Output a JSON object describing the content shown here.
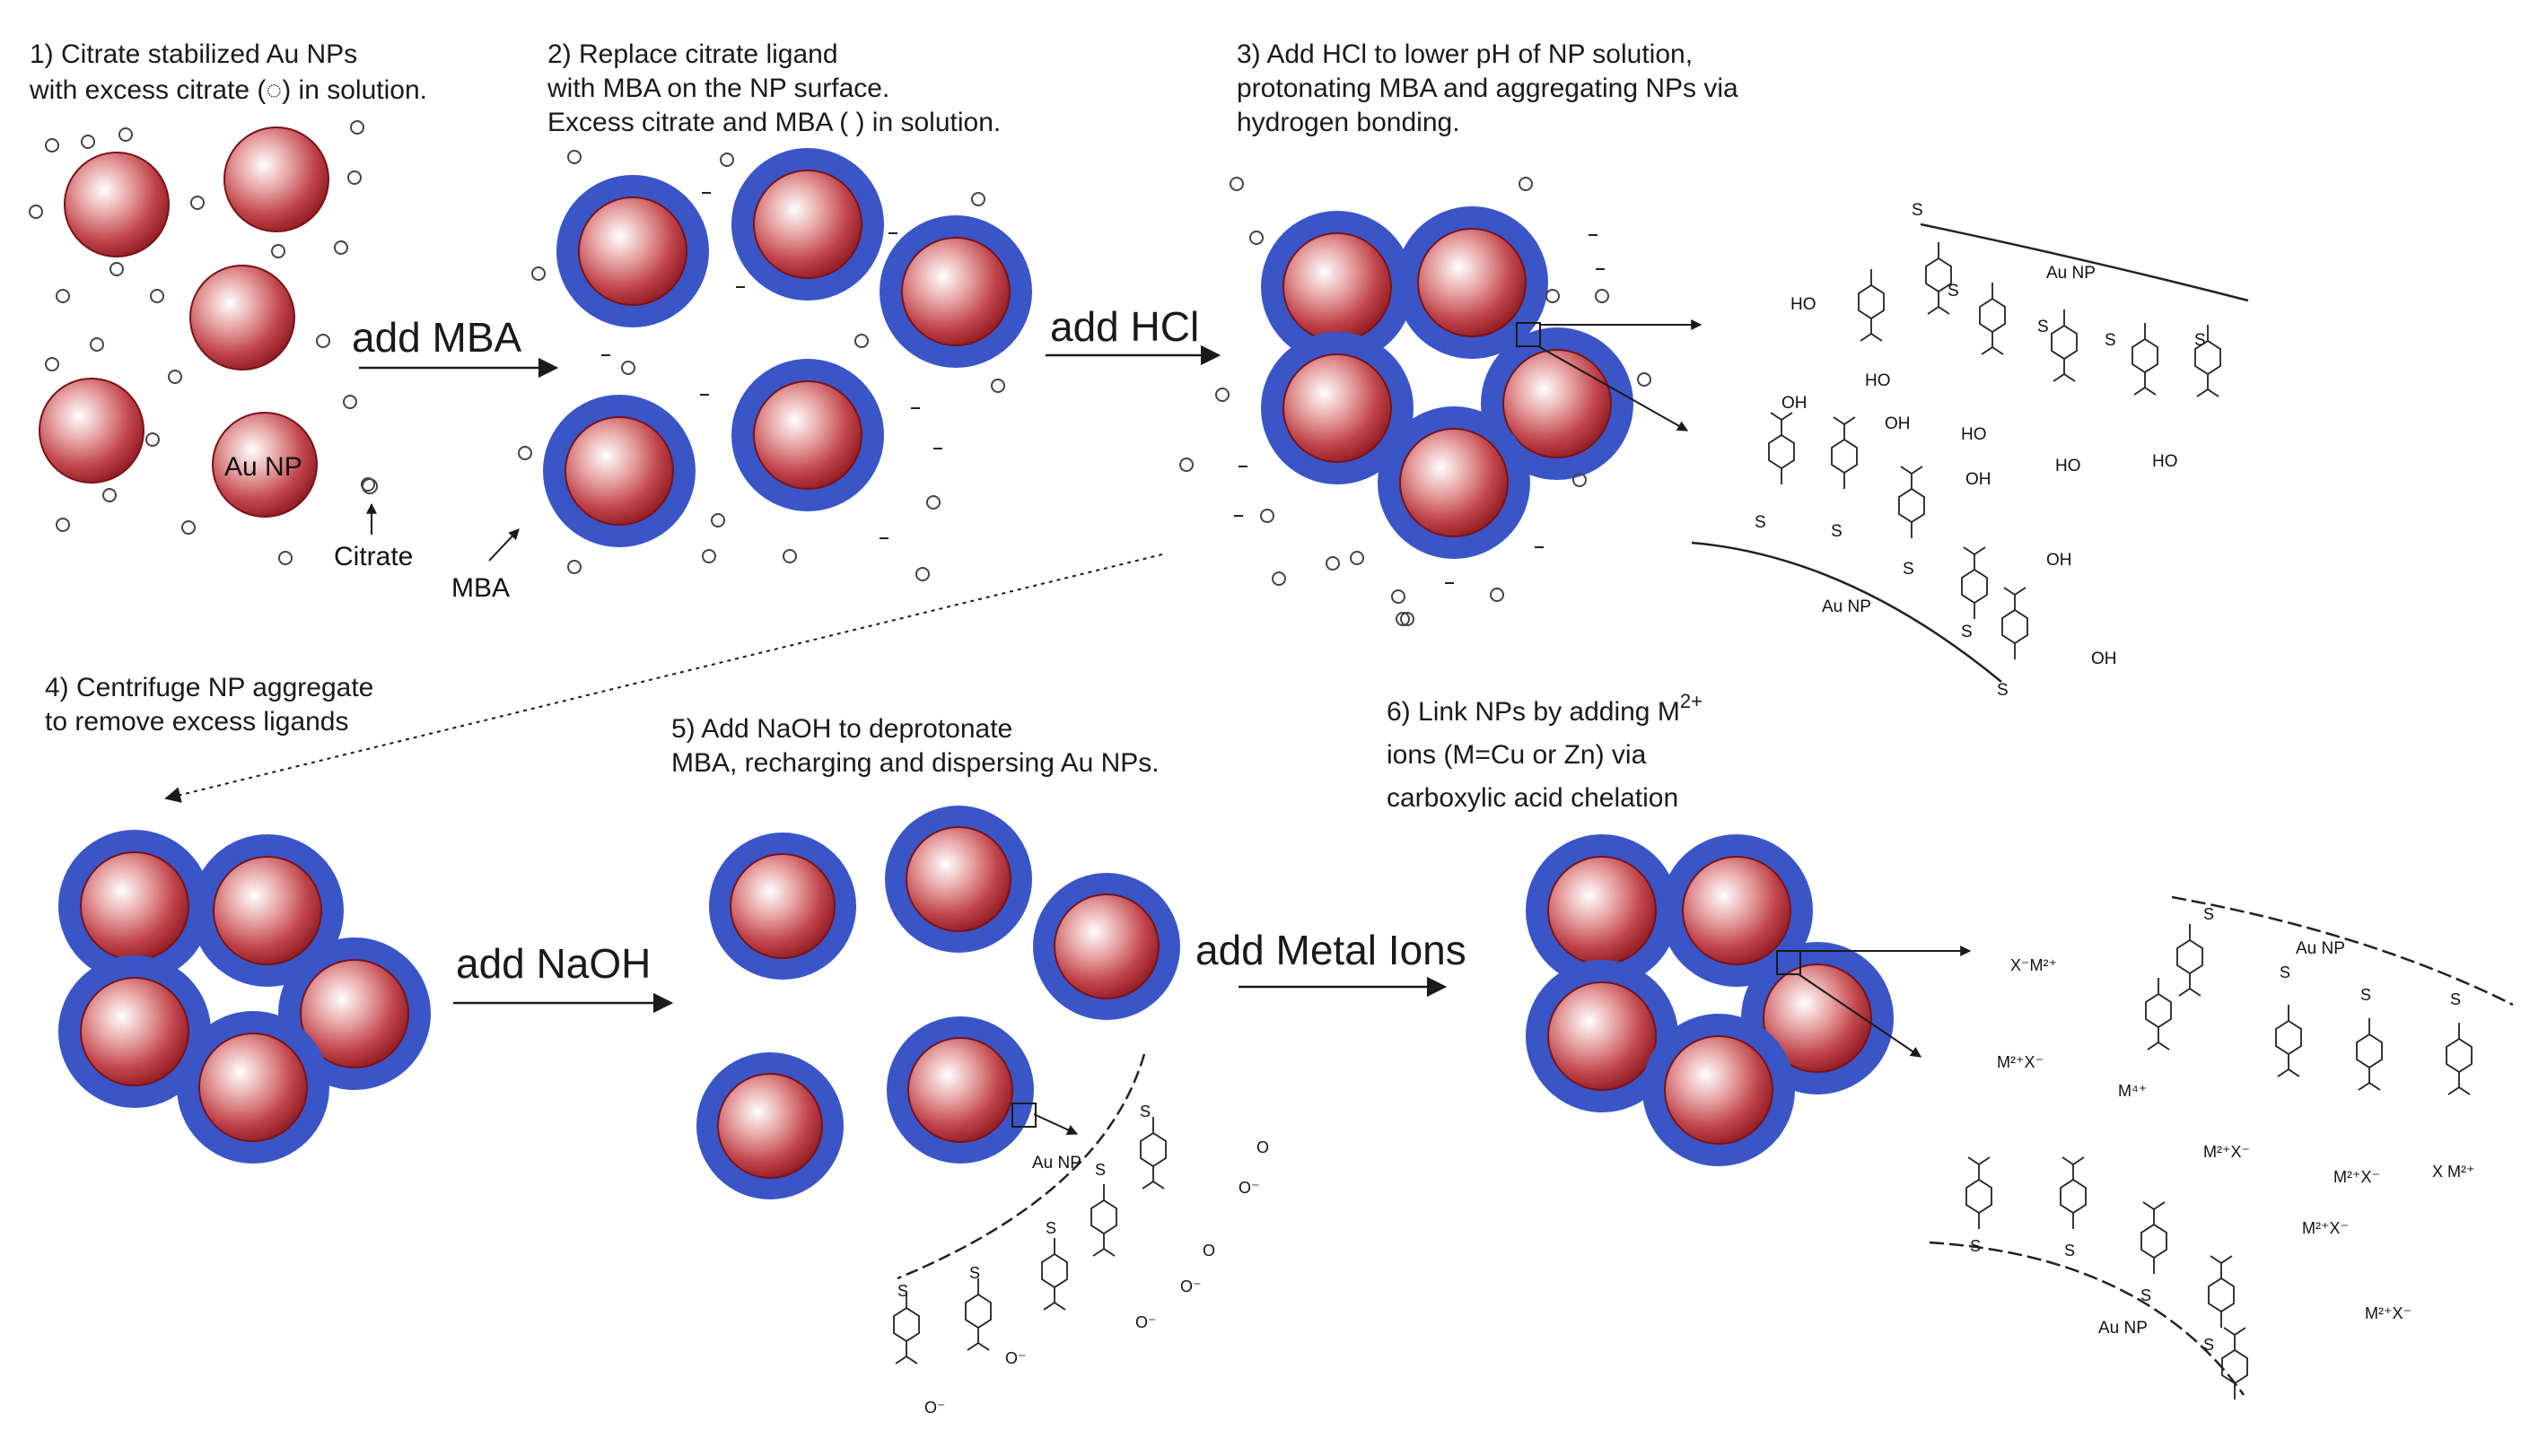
{
  "colors": {
    "np_light": "#ffffff",
    "np_mid": "#d36060",
    "np_dark": "#9e1e26",
    "shell": "#3a55c8",
    "ink": "#1a1a1a"
  },
  "steps": {
    "step1": {
      "line1": "1) Citrate stabilized Au NPs",
      "line2": "with excess citrate (◌) in solution."
    },
    "step2": {
      "line1": "2) Replace citrate ligand",
      "line2": "with MBA on the NP surface.",
      "line3": "Excess citrate and MBA ( ) in solution."
    },
    "step3": {
      "line1": "3) Add HCl to lower pH of NP solution,",
      "line2": "protonating MBA and aggregating NPs via",
      "line3": "hydrogen bonding."
    },
    "step4": {
      "line1": "4) Centrifuge NP aggregate",
      "line2": "to remove excess ligands"
    },
    "step5": {
      "line1": "5) Add NaOH to deprotonate",
      "line2": "MBA, recharging and dispersing Au NPs."
    },
    "step6": {
      "line1": "6) Link NPs by adding M",
      "sup": "2+",
      "line2": "ions (M=Cu or Zn) via",
      "line3": "carboxylic acid chelation"
    }
  },
  "arrows": {
    "add_mba": "add MBA",
    "add_hcl": "add HCl",
    "add_naoh": "add NaOH",
    "add_metal": "add Metal Ions"
  },
  "labels": {
    "au_np": "Au NP",
    "citrate": "Citrate",
    "mba": "MBA",
    "au_np_small": "Au NP"
  },
  "chem": {
    "ho": "HO",
    "oh": "OH",
    "o": "O",
    "s": "S",
    "o_minus": "O⁻",
    "x_m2": "X⁻M²⁺",
    "m2_x": "M²⁺X⁻",
    "m4": "M⁴⁺",
    "x_m2_short": "X M²⁺"
  }
}
